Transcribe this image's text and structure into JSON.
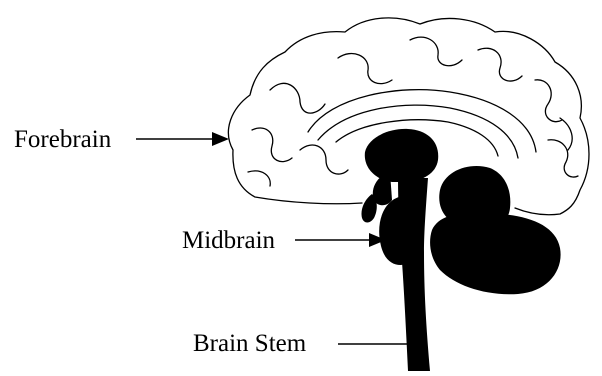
{
  "labels": {
    "forebrain": "Forebrain",
    "midbrain": "Midbrain",
    "brain_stem": "Brain Stem"
  },
  "colors": {
    "ink": "#000000",
    "background": "#ffffff"
  }
}
